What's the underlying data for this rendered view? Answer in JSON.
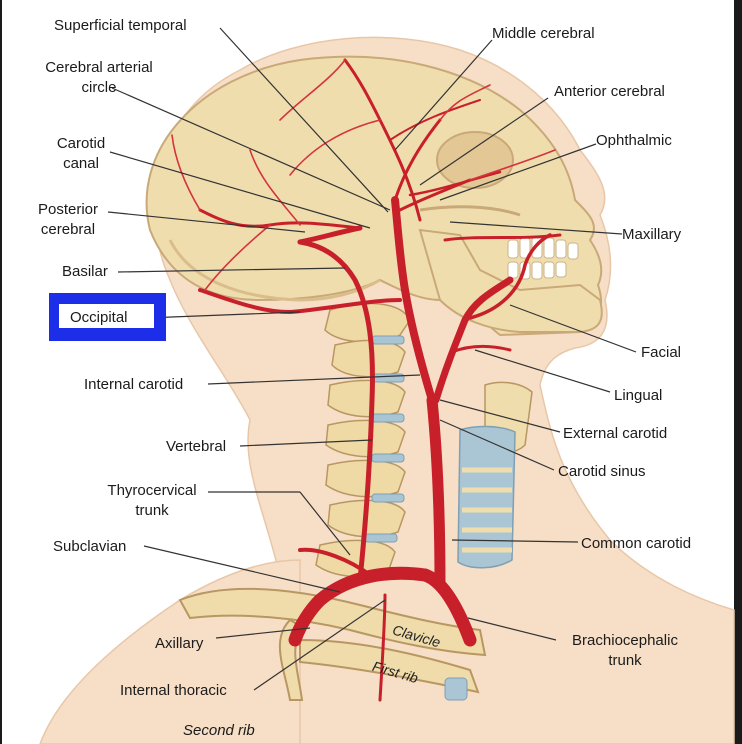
{
  "labels": {
    "superficial_temporal": "Superficial temporal",
    "cerebral_arterial_circle_1": "Cerebral arterial",
    "cerebral_arterial_circle_2": "circle",
    "carotid_canal_1": "Carotid",
    "carotid_canal_2": "canal",
    "posterior_cerebral_1": "Posterior",
    "posterior_cerebral_2": "cerebral",
    "basilar": "Basilar",
    "occipital": "Occipital",
    "internal_carotid": "Internal carotid",
    "vertebral": "Vertebral",
    "thyrocervical_trunk_1": "Thyrocervical",
    "thyrocervical_trunk_2": "trunk",
    "subclavian": "Subclavian",
    "axillary": "Axillary",
    "internal_thoracic": "Internal thoracic",
    "second_rib": "Second rib",
    "middle_cerebral": "Middle cerebral",
    "anterior_cerebral": "Anterior cerebral",
    "ophthalmic": "Ophthalmic",
    "maxillary": "Maxillary",
    "facial": "Facial",
    "lingual": "Lingual",
    "external_carotid": "External carotid",
    "carotid_sinus": "Carotid sinus",
    "common_carotid": "Common carotid",
    "brachiocephalic_trunk_1": "Brachiocephalic",
    "brachiocephalic_trunk_2": "trunk",
    "clavicle": "Clavicle",
    "first_rib": "First rib"
  },
  "colors": {
    "background": "#1a1a1a",
    "skin": "#f6dcc2",
    "bone": "#efdcaa",
    "artery": "#c8202a",
    "cartilage": "#aac6d4",
    "highlight": "#1d2ee8"
  }
}
